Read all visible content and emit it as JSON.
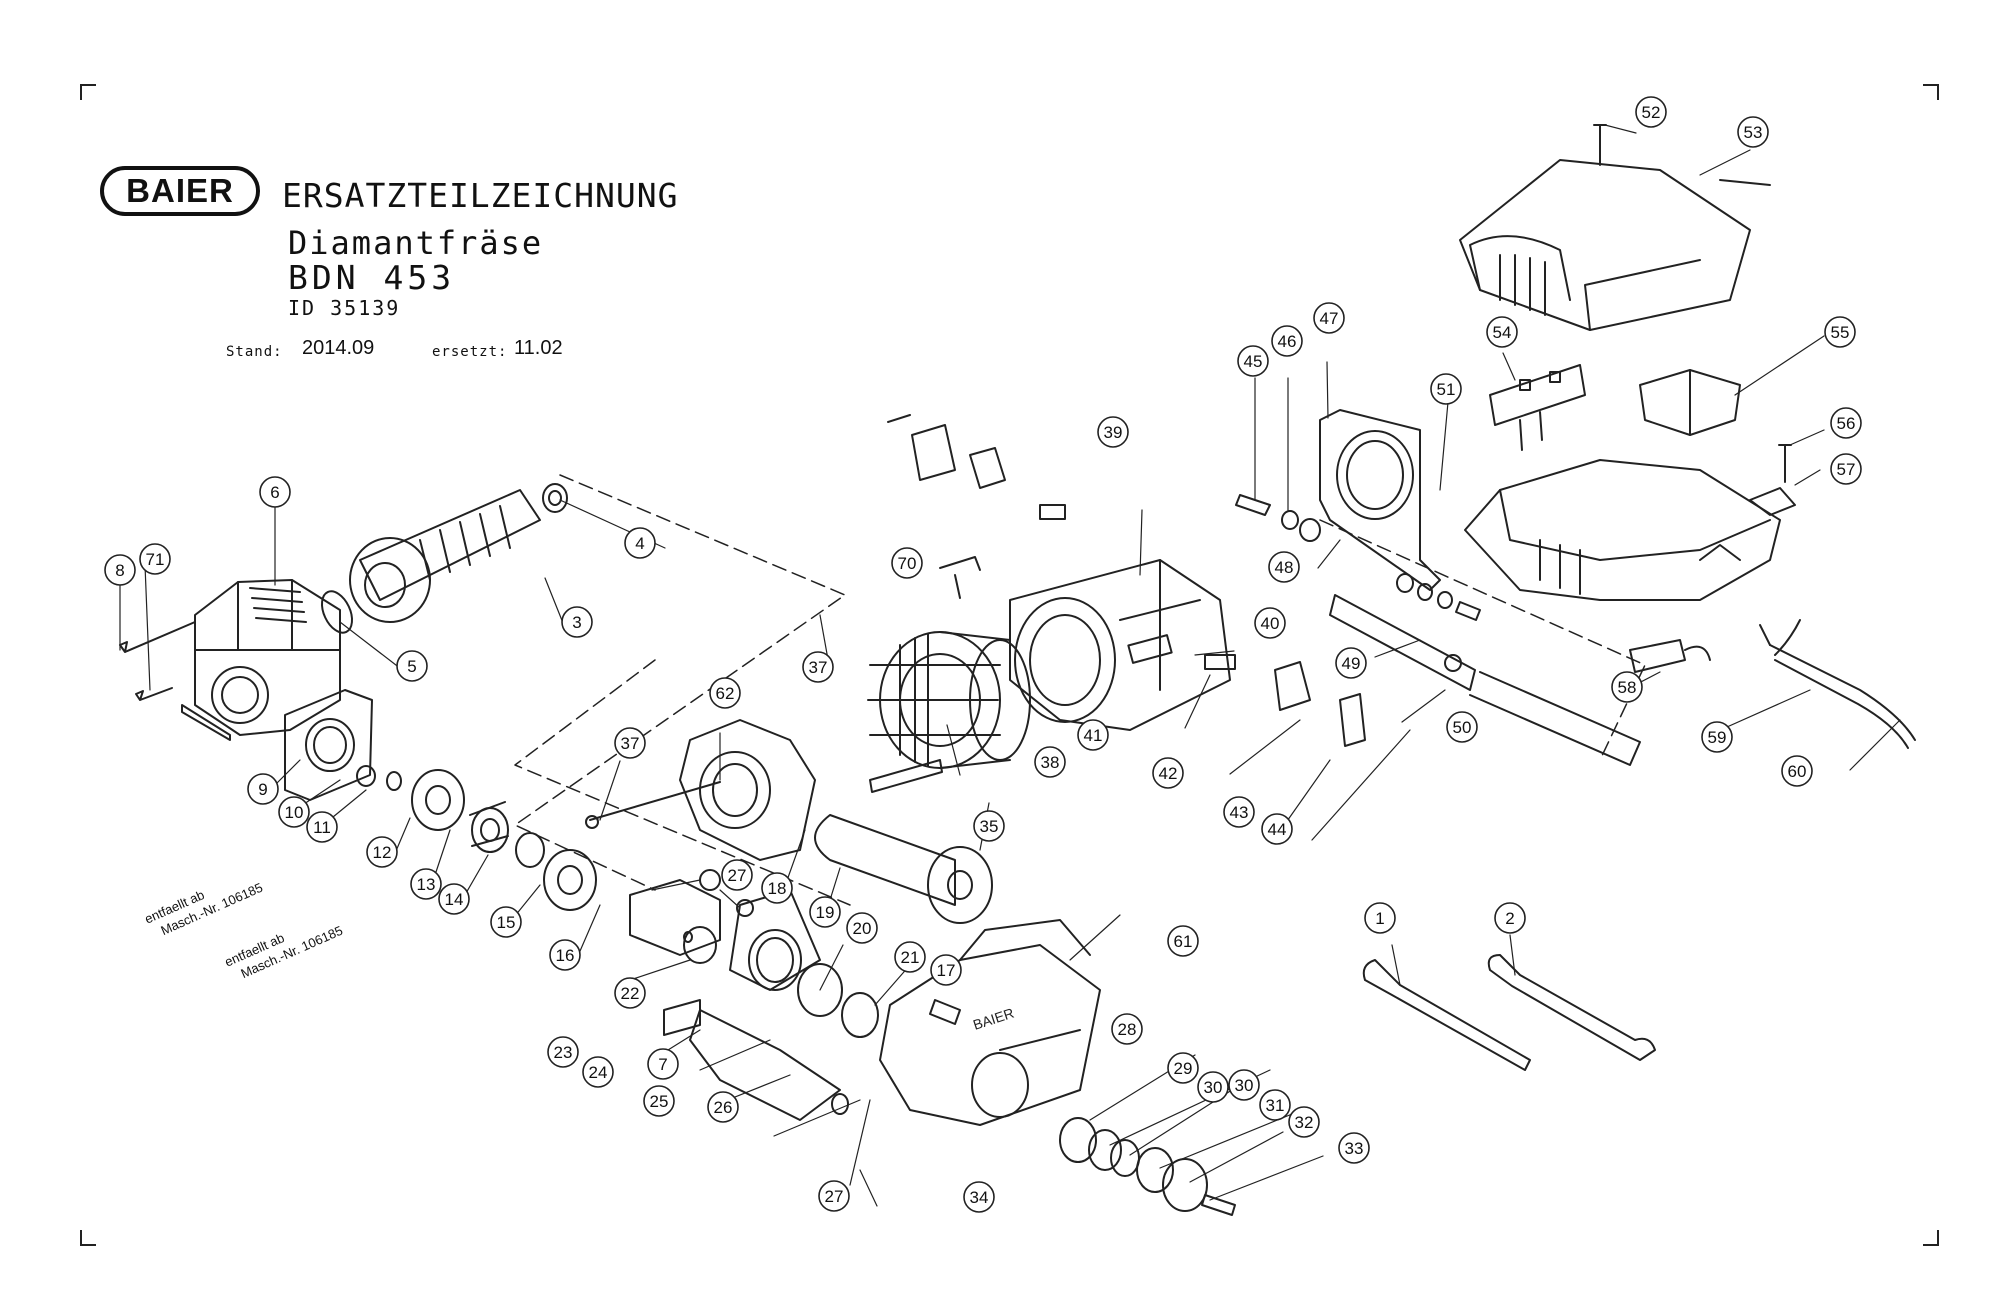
{
  "header": {
    "brand": "BAIER",
    "title": "ERSATZTEILZEICHNUNG",
    "product": "Diamantfräse",
    "model": "BDN 453",
    "id": "ID 35139",
    "stand_label": "Stand:",
    "stand_value": "2014.09",
    "ersetzt_label": "ersetzt:",
    "ersetzt_value": "11.02"
  },
  "notes": {
    "note1_line1": "entfaellt ab",
    "note1_line2": "Masch.-Nr. 106185",
    "note2_line1": "entfaellt ab",
    "note2_line2": "Masch.-Nr. 106185"
  },
  "callouts": [
    "1",
    "2",
    "3",
    "4",
    "5",
    "6",
    "7",
    "8",
    "9",
    "10",
    "11",
    "12",
    "13",
    "14",
    "15",
    "16",
    "17",
    "18",
    "19",
    "20",
    "21",
    "22",
    "23",
    "24",
    "25",
    "26",
    "27",
    "27",
    "28",
    "29",
    "30",
    "30",
    "31",
    "32",
    "33",
    "34",
    "35",
    "37",
    "37",
    "38",
    "39",
    "40",
    "41",
    "42",
    "43",
    "44",
    "45",
    "46",
    "47",
    "48",
    "49",
    "50",
    "51",
    "52",
    "53",
    "54",
    "55",
    "56",
    "57",
    "58",
    "59",
    "60",
    "61",
    "62",
    "70",
    "71"
  ]
}
